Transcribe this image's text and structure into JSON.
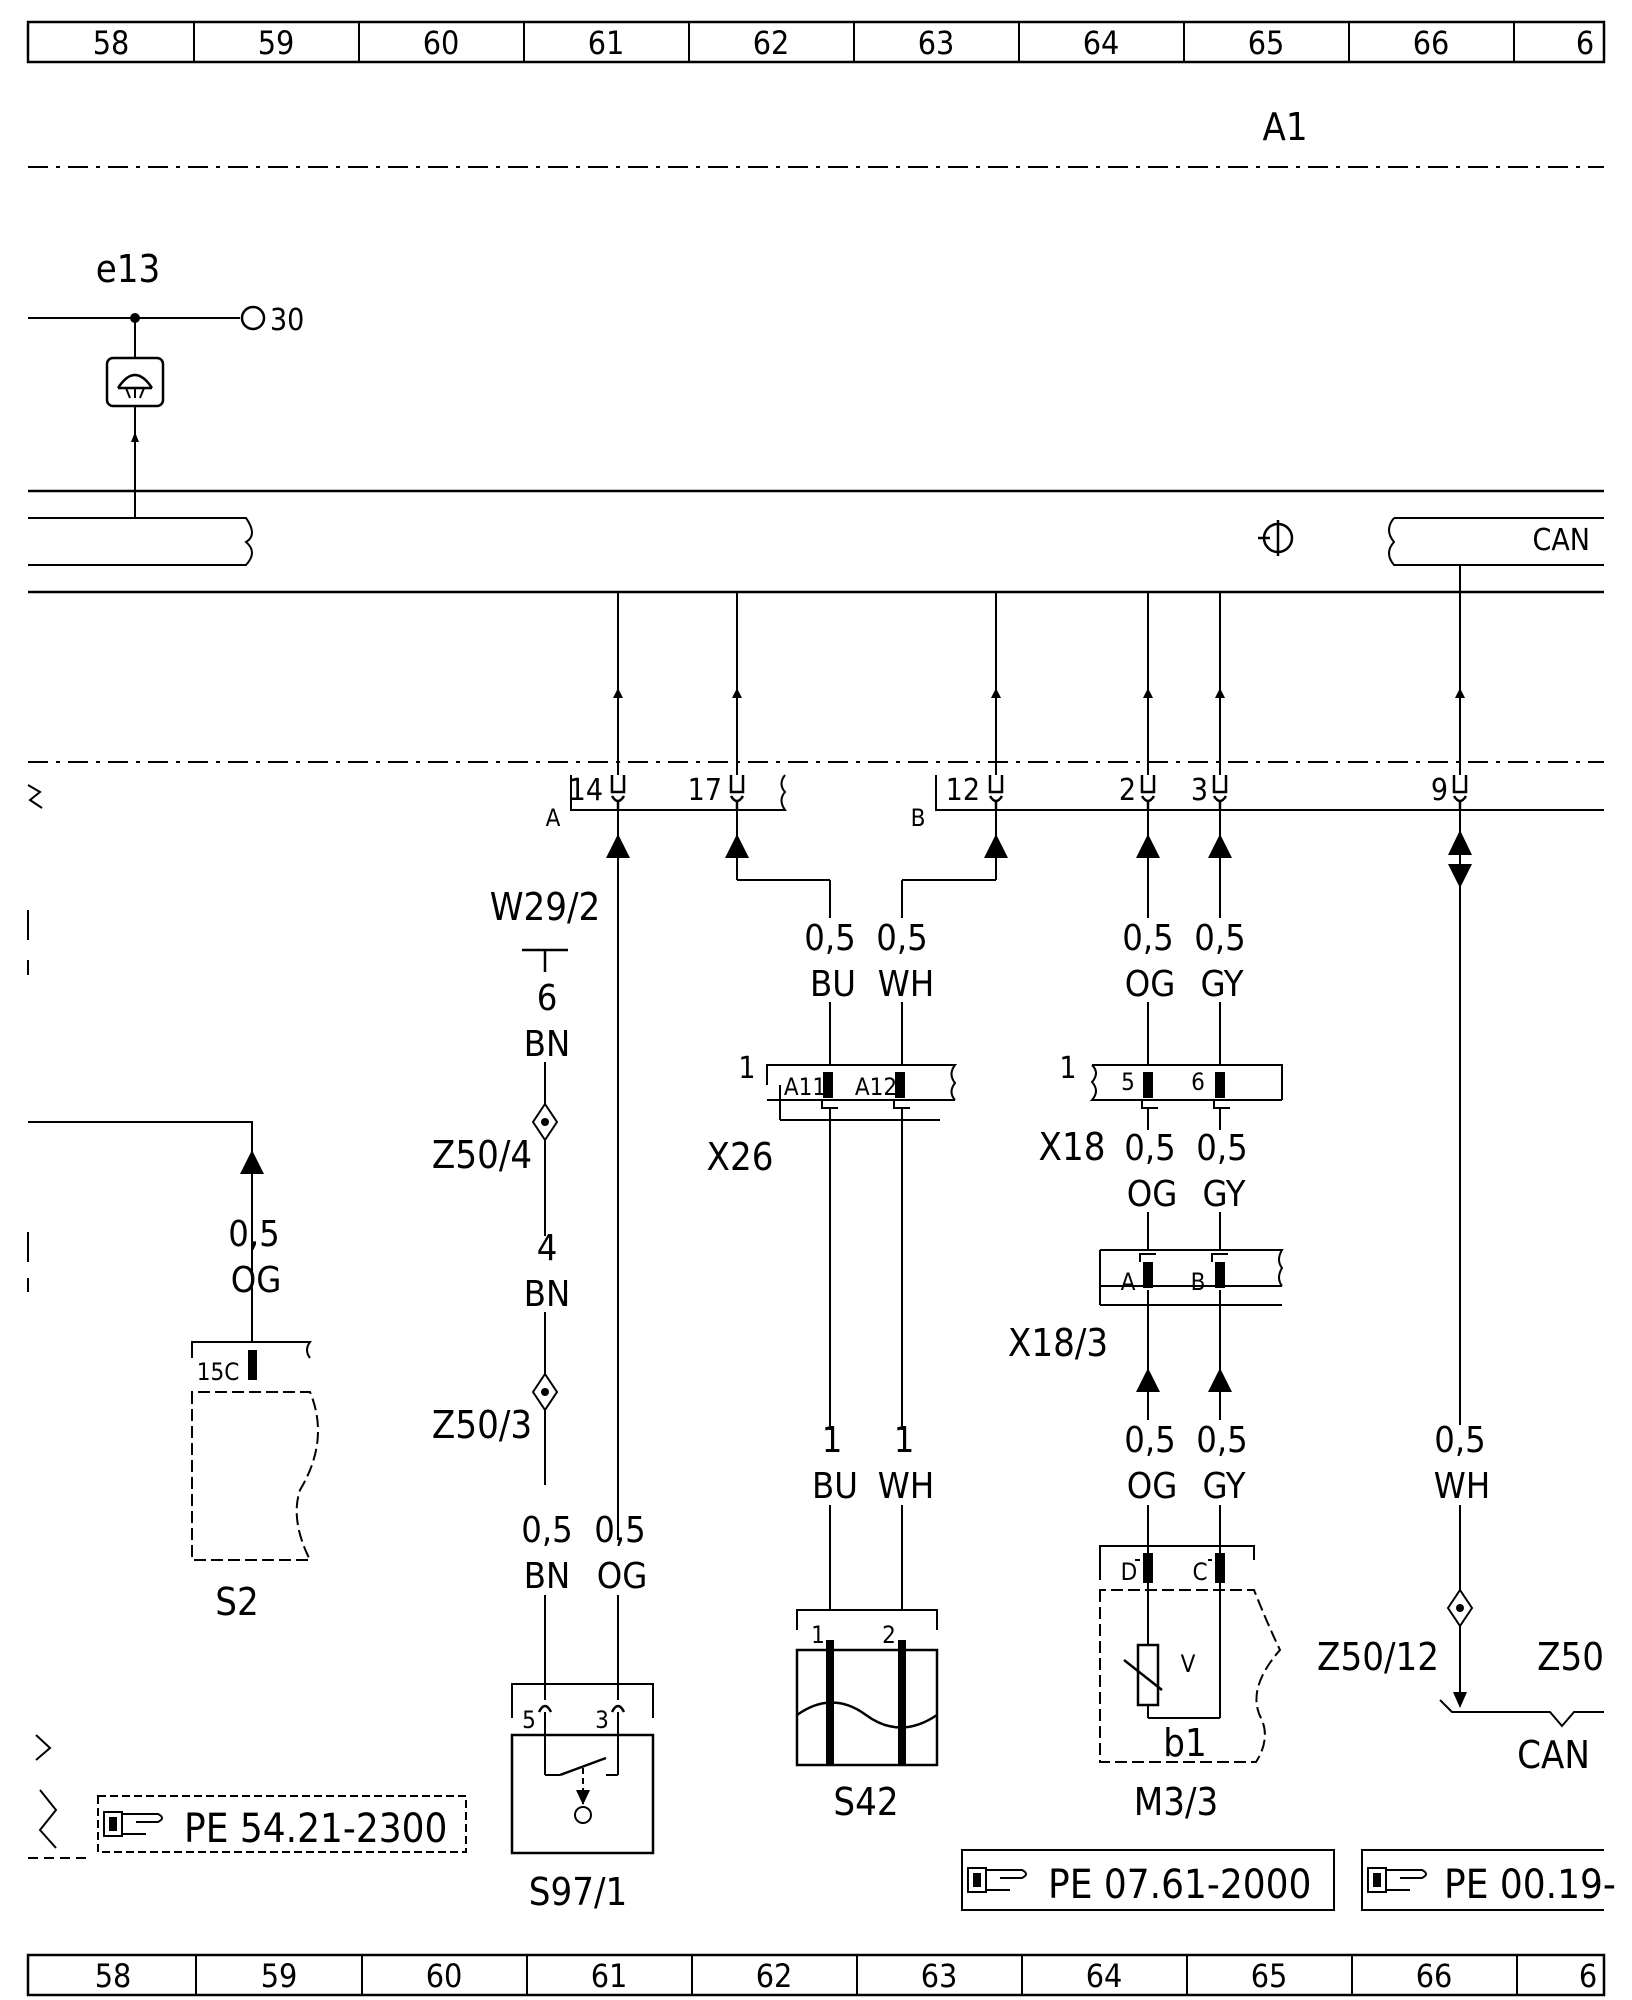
{
  "ruler": {
    "top": [
      "58",
      "59",
      "60",
      "61",
      "62",
      "63",
      "64",
      "65",
      "66",
      "6"
    ],
    "bottom": [
      "58",
      "59",
      "60",
      "61",
      "62",
      "63",
      "64",
      "65",
      "66",
      "6"
    ]
  },
  "module": {
    "name": "A1"
  },
  "bus": {
    "label": "CAN"
  },
  "e13": {
    "name": "e13",
    "terminal": "30"
  },
  "connector_a": {
    "name": "A",
    "pins": {
      "p14": "14",
      "p17": "17"
    }
  },
  "connector_b": {
    "name": "B",
    "pins": {
      "p12": "12",
      "p2": "2",
      "p3": "3",
      "p9": "9"
    }
  },
  "wires": {
    "w_17": {
      "size": "0,5",
      "color": "BU"
    },
    "w_12": {
      "size": "0,5",
      "color": "WH"
    },
    "w_2": {
      "size": "0,5",
      "color": "OG"
    },
    "w_3": {
      "size": "0,5",
      "color": "GY"
    },
    "w_9": {
      "size": "0,5",
      "color": "WH"
    },
    "w_s2": {
      "size": "0,5",
      "color": "OG"
    },
    "w29_6": {
      "size": "6",
      "color": "BN"
    },
    "w29_4": {
      "size": "4",
      "color": "BN"
    },
    "s97_5": {
      "size": "0,5",
      "color": "BN"
    },
    "s97_3": {
      "size": "0,5",
      "color": "OG"
    },
    "s42_1": {
      "size": "1",
      "color": "BU"
    },
    "s42_2": {
      "size": "1",
      "color": "WH"
    },
    "x18_5": {
      "size": "0,5",
      "color": "OG"
    },
    "x18_6": {
      "size": "0,5",
      "color": "GY"
    },
    "m3_d": {
      "size": "0,5",
      "color": "OG"
    },
    "m3_c": {
      "size": "0,5",
      "color": "GY"
    }
  },
  "w29_2": {
    "name": "W29/2"
  },
  "splices": {
    "z50_4": "Z50/4",
    "z50_3": "Z50/3",
    "z50_12": "Z50/12",
    "z50_cut": "Z50"
  },
  "x26": {
    "name": "X26",
    "index": "1",
    "pins": {
      "a11": "A11",
      "a12": "A12"
    }
  },
  "x18": {
    "name": "X18",
    "index": "1",
    "pins": {
      "p5": "5",
      "p6": "6"
    }
  },
  "x18_3": {
    "name": "X18/3",
    "pins": {
      "a": "A",
      "b": "B"
    }
  },
  "s2": {
    "name": "S2",
    "pin": "15C"
  },
  "s97_1": {
    "name": "S97/1",
    "pins": {
      "p5": "5",
      "p3": "3"
    }
  },
  "s42": {
    "name": "S42",
    "pins": {
      "p1": "1",
      "p2": "2"
    }
  },
  "m3_3": {
    "name": "M3/3",
    "pins": {
      "d": "D",
      "c": "C"
    },
    "sensor": "b1",
    "symbol": "V"
  },
  "refs": {
    "ref1": "PE 54.21-2300",
    "ref2": "PE 07.61-2000",
    "ref3": "PE 00.19-"
  }
}
